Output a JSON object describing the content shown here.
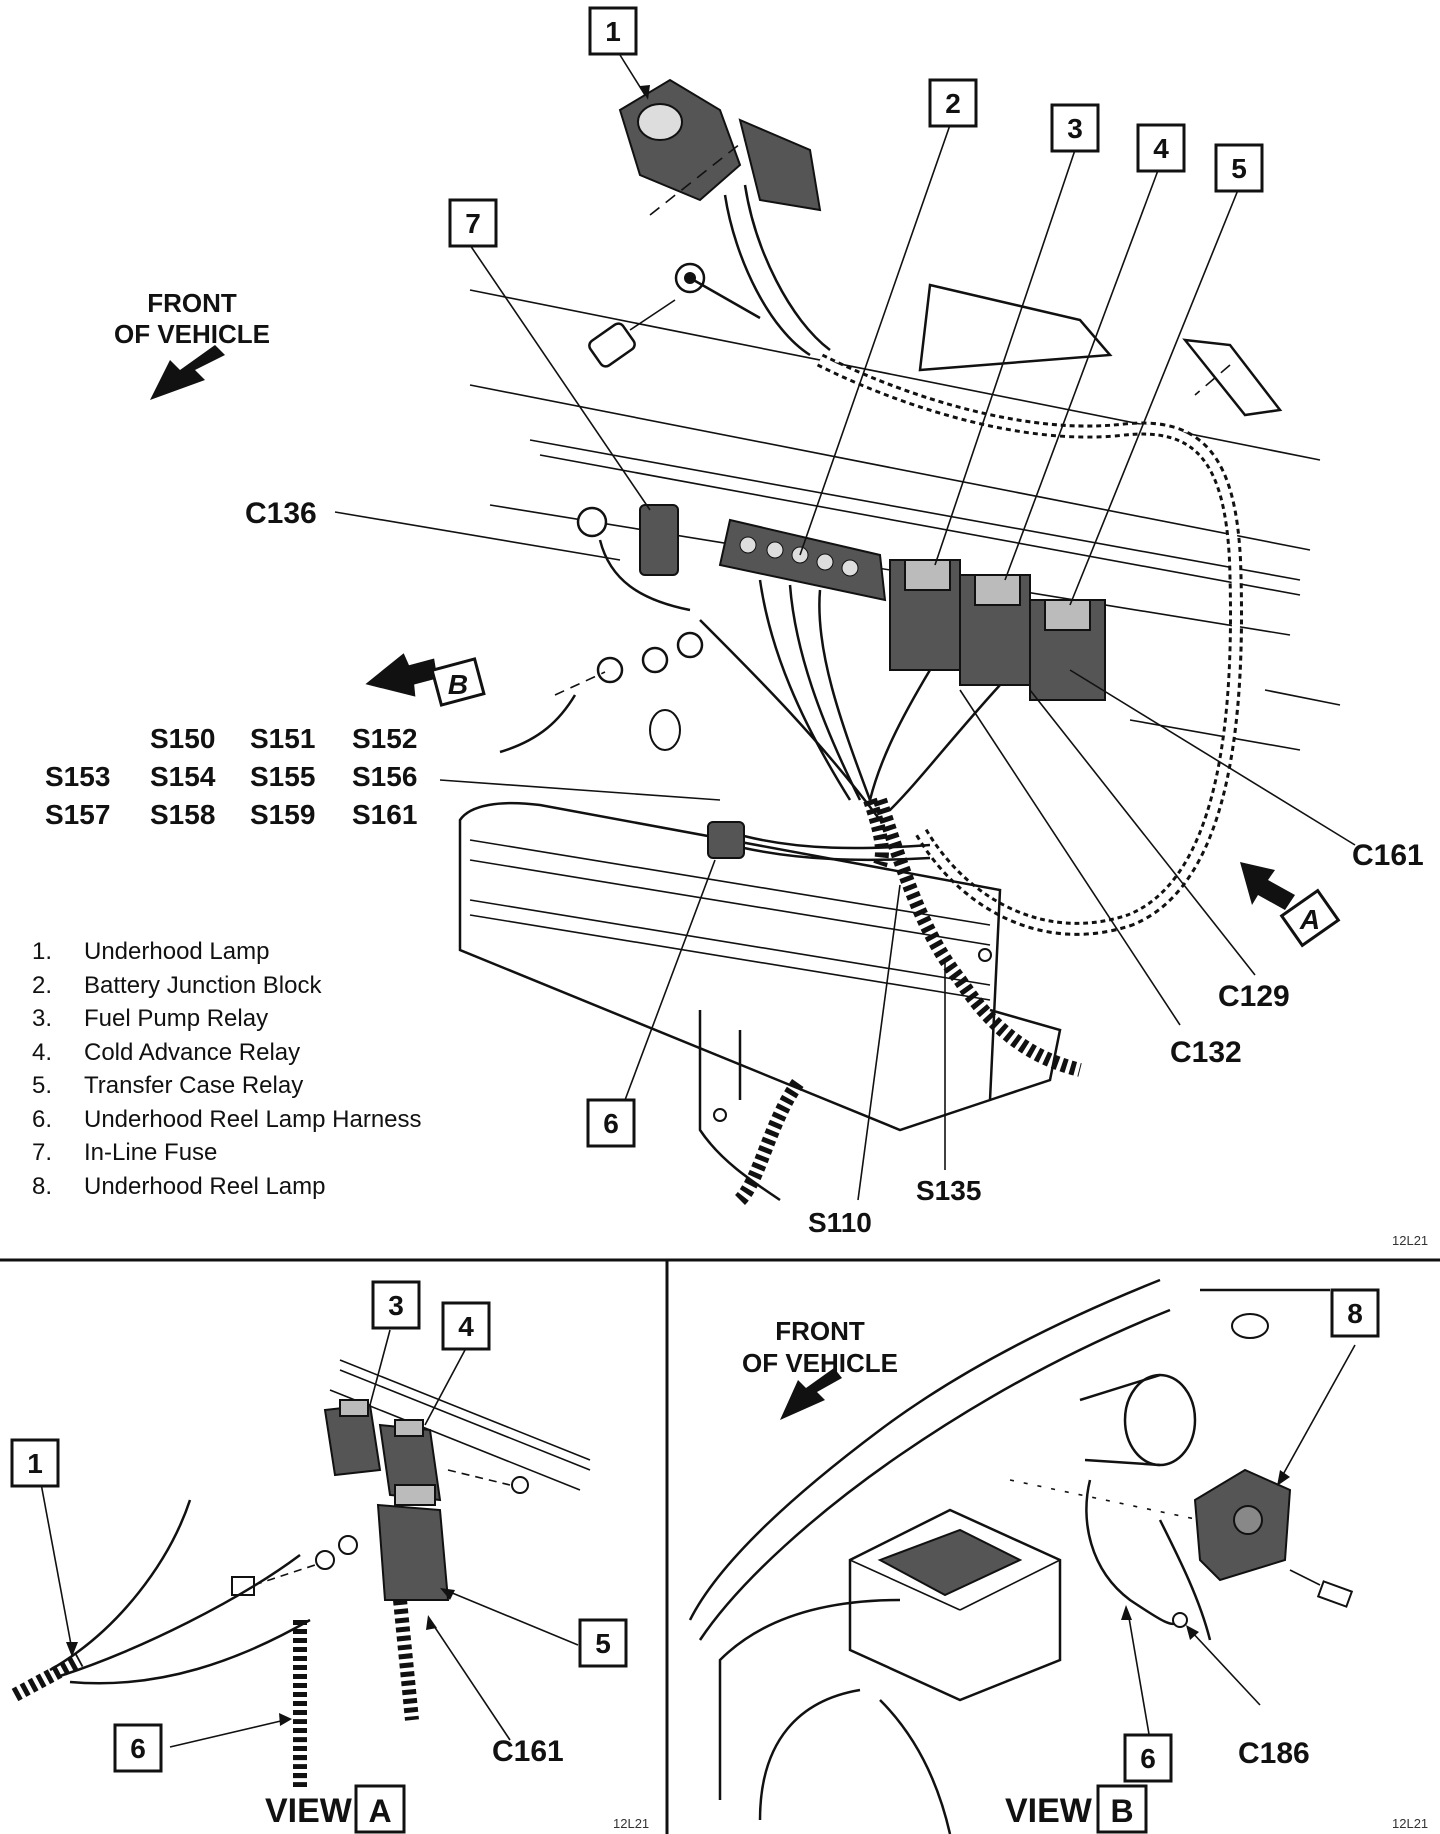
{
  "main_view": {
    "front_label_line1": "FRONT",
    "front_label_line2": "OF VEHICLE",
    "view_b_marker": "B",
    "view_a_marker": "A",
    "callouts": [
      "1",
      "2",
      "3",
      "4",
      "5",
      "6",
      "7"
    ],
    "connectors": {
      "c136": "C136",
      "c161": "C161",
      "c129": "C129",
      "c132": "C132"
    },
    "splices": {
      "row1": [
        "S150",
        "S151",
        "S152"
      ],
      "row2": [
        "S153",
        "S154",
        "S155",
        "S156"
      ],
      "row3": [
        "S157",
        "S158",
        "S159",
        "S161"
      ],
      "s110": "S110",
      "s135": "S135"
    },
    "drawing_code": "12L21"
  },
  "legend": [
    {
      "num": "1.",
      "text": "Underhood Lamp"
    },
    {
      "num": "2.",
      "text": "Battery Junction Block"
    },
    {
      "num": "3.",
      "text": "Fuel Pump Relay"
    },
    {
      "num": "4.",
      "text": "Cold Advance Relay"
    },
    {
      "num": "5.",
      "text": "Transfer Case Relay"
    },
    {
      "num": "6.",
      "text": "Underhood Reel Lamp Harness"
    },
    {
      "num": "7.",
      "text": "In-Line Fuse"
    },
    {
      "num": "8.",
      "text": "Underhood Reel Lamp"
    }
  ],
  "view_a": {
    "title": "VIEW",
    "letter": "A",
    "callouts": [
      "1",
      "3",
      "4",
      "5",
      "6"
    ],
    "connector": "C161",
    "drawing_code": "12L21"
  },
  "view_b": {
    "title": "VIEW",
    "letter": "B",
    "front_label_line1": "FRONT",
    "front_label_line2": "OF VEHICLE",
    "callouts": [
      "8",
      "6"
    ],
    "connector": "C186",
    "drawing_code": "12L21"
  }
}
